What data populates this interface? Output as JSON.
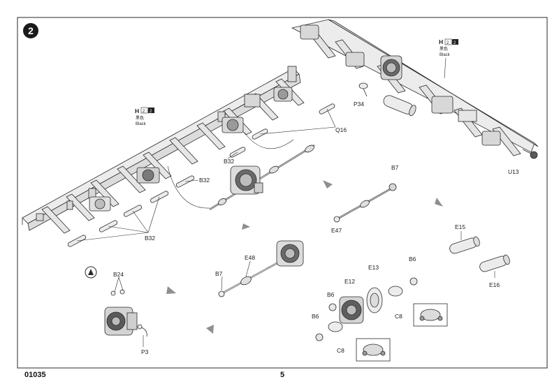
{
  "step": {
    "number": "2"
  },
  "footer": {
    "code": "01035",
    "page": "5"
  },
  "paint_callouts": [
    {
      "code": "H",
      "swatch_a": "2",
      "swatch_b": "2",
      "chinese": "黑色",
      "english": "Black"
    },
    {
      "code": "H",
      "swatch_a": "2",
      "swatch_b": "2",
      "chinese": "黑色",
      "english": "Black"
    }
  ],
  "part_labels": {
    "p34": "P34",
    "q16": "Q16",
    "b32_a": "B32",
    "b32_b": "B32",
    "b32_c": "B32",
    "u13": "U13",
    "b7_a": "B7",
    "e47": "E47",
    "e15": "E15",
    "e16": "E16",
    "e48": "E48",
    "b7_b": "B7",
    "b24": "B24",
    "p3": "P3",
    "e13": "E13",
    "e12": "E12",
    "b6_a": "B6",
    "b6_b": "B6",
    "b6_c": "B6",
    "c8_a": "C8",
    "c8_b": "C8"
  },
  "colors": {
    "line": "#2a2a2a",
    "part_fill": "#ececec",
    "dark_part": "#5a5a5a",
    "arrow": "#8f8f8f"
  },
  "icons": [
    "glue-icon",
    "direction-arrow-icon"
  ]
}
